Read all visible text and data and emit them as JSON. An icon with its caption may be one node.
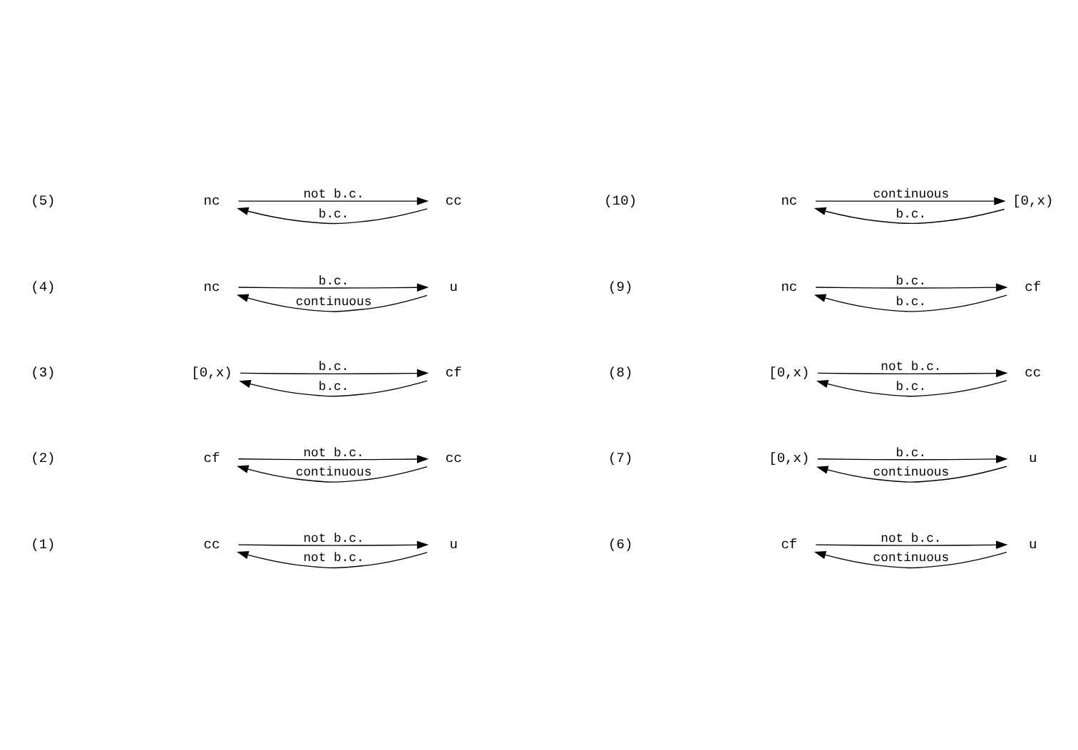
{
  "diagram": {
    "nodes": [
      {
        "text": [
          "cc"
        ]
      },
      {
        "text": [
          "u"
        ]
      },
      {
        "text": [
          "cf"
        ]
      },
      {
        "text": [
          "cc"
        ]
      },
      {
        "text": [
          "[0,x)"
        ]
      },
      {
        "text": [
          "cf"
        ]
      },
      {
        "text": [
          "nc"
        ]
      },
      {
        "text": [
          "u"
        ]
      },
      {
        "text": [
          "nc"
        ]
      },
      {
        "text": [
          "cc"
        ]
      },
      {
        "text": [
          "cf"
        ]
      },
      {
        "text": [
          "u"
        ]
      },
      {
        "text": [
          "[0,x)"
        ]
      },
      {
        "text": [
          "u"
        ]
      },
      {
        "text": [
          "[0,x)"
        ]
      },
      {
        "text": [
          "cc"
        ]
      },
      {
        "text": [
          "nc"
        ]
      },
      {
        "text": [
          "cf"
        ]
      },
      {
        "text": [
          "nc"
        ]
      },
      {
        "text": [
          "[0,x)"
        ]
      }
    ],
    "edges": [
      {
        "from": 0,
        "to": 1,
        "arrow": "to",
        "label": "not b.c."
      },
      {
        "from": 1,
        "to": 0,
        "arrow": "to",
        "label": "not b.c."
      },
      {
        "from": 2,
        "to": 3,
        "arrow": "to",
        "label": "not b.c."
      },
      {
        "from": 3,
        "to": 2,
        "arrow": "to",
        "label": "continuous"
      },
      {
        "from": 4,
        "to": 5,
        "arrow": "to",
        "label": "b.c."
      },
      {
        "from": 5,
        "to": 4,
        "arrow": "to",
        "label": "b.c."
      },
      {
        "from": 6,
        "to": 7,
        "arrow": "to",
        "label": "b.c."
      },
      {
        "from": 7,
        "to": 6,
        "arrow": "to",
        "label": "continuous"
      },
      {
        "from": 8,
        "to": 9,
        "arrow": "to",
        "label": "not b.c."
      },
      {
        "from": 9,
        "to": 8,
        "arrow": "to",
        "label": "b.c."
      },
      {
        "from": 10,
        "to": 11,
        "arrow": "to",
        "label": "not b.c."
      },
      {
        "from": 11,
        "to": 10,
        "arrow": "to",
        "label": "continuous"
      },
      {
        "from": 12,
        "to": 13,
        "arrow": "to",
        "label": "b.c."
      },
      {
        "from": 13,
        "to": 12,
        "arrow": "to",
        "label": "continuous"
      },
      {
        "from": 14,
        "to": 15,
        "arrow": "to",
        "label": "not b.c."
      },
      {
        "from": 15,
        "to": 14,
        "arrow": "to",
        "label": "b.c."
      },
      {
        "from": 16,
        "to": 17,
        "arrow": "to",
        "label": "b.c."
      },
      {
        "from": 17,
        "to": 16,
        "arrow": "to",
        "label": "b.c."
      },
      {
        "from": 18,
        "to": 19,
        "arrow": "to",
        "label": "continuous"
      },
      {
        "from": 19,
        "to": 18,
        "arrow": "to",
        "label": "b.c."
      }
    ],
    "labels": [
      "(1)",
      "(6)",
      "(2)",
      "(7)",
      "(3)",
      "(8)",
      "(4)",
      "(9)",
      "(5)",
      "(10)"
    ]
  }
}
